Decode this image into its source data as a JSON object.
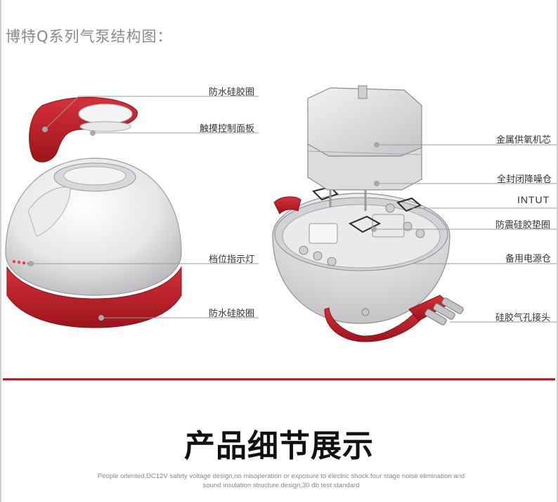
{
  "title": "博特Q系列气泵结构图：",
  "left_labels": {
    "waterproof_ring_top": "防水硅胶圈",
    "touch_panel": "触摸控制面板",
    "indicator": "档位指示灯",
    "waterproof_ring_bottom": "防水硅胶圈"
  },
  "right_labels": {
    "metal_core": "金属供氧机芯",
    "sealed_chamber": "全封闭降噪仓",
    "intut": "INTUT",
    "shockproof_ring": "防震硅胶垫圈",
    "battery_bay": "备用电源仓",
    "air_nozzle": "硅胶气孔接头"
  },
  "headline": "产品细节展示",
  "subtitle_line1": "People oriented,DC12V safety voltage design,no misoperation or exposure to electric shock.four stage noise elimination and",
  "subtitle_line2": "sound insulation structure design,30 db test standard",
  "colors": {
    "accent_red": "#b81e24",
    "title_gray": "#8a8a8a",
    "leader_line": "#9a9a9a"
  }
}
